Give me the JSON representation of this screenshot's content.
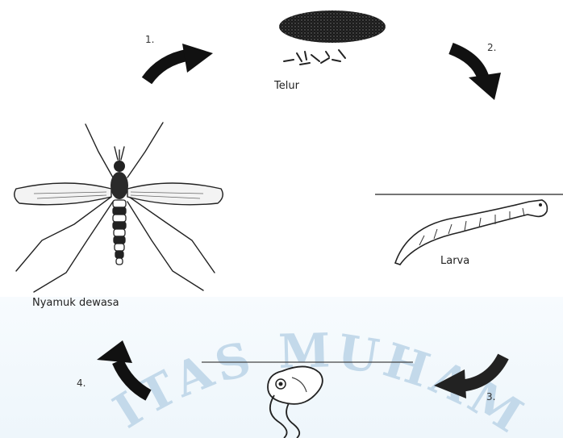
{
  "stages": {
    "egg": {
      "label": "Telur"
    },
    "larva": {
      "label": "Larva"
    },
    "adult": {
      "label": "Nyamuk dewasa"
    }
  },
  "arrows": [
    {
      "number": "1."
    },
    {
      "number": "2."
    },
    {
      "number": "3."
    },
    {
      "number": "4."
    }
  ],
  "watermark": {
    "text": "ITAS MUHAM"
  },
  "colors": {
    "arrow": "#111111",
    "watermark": "#b9d3e6",
    "background": "#ffffff"
  }
}
